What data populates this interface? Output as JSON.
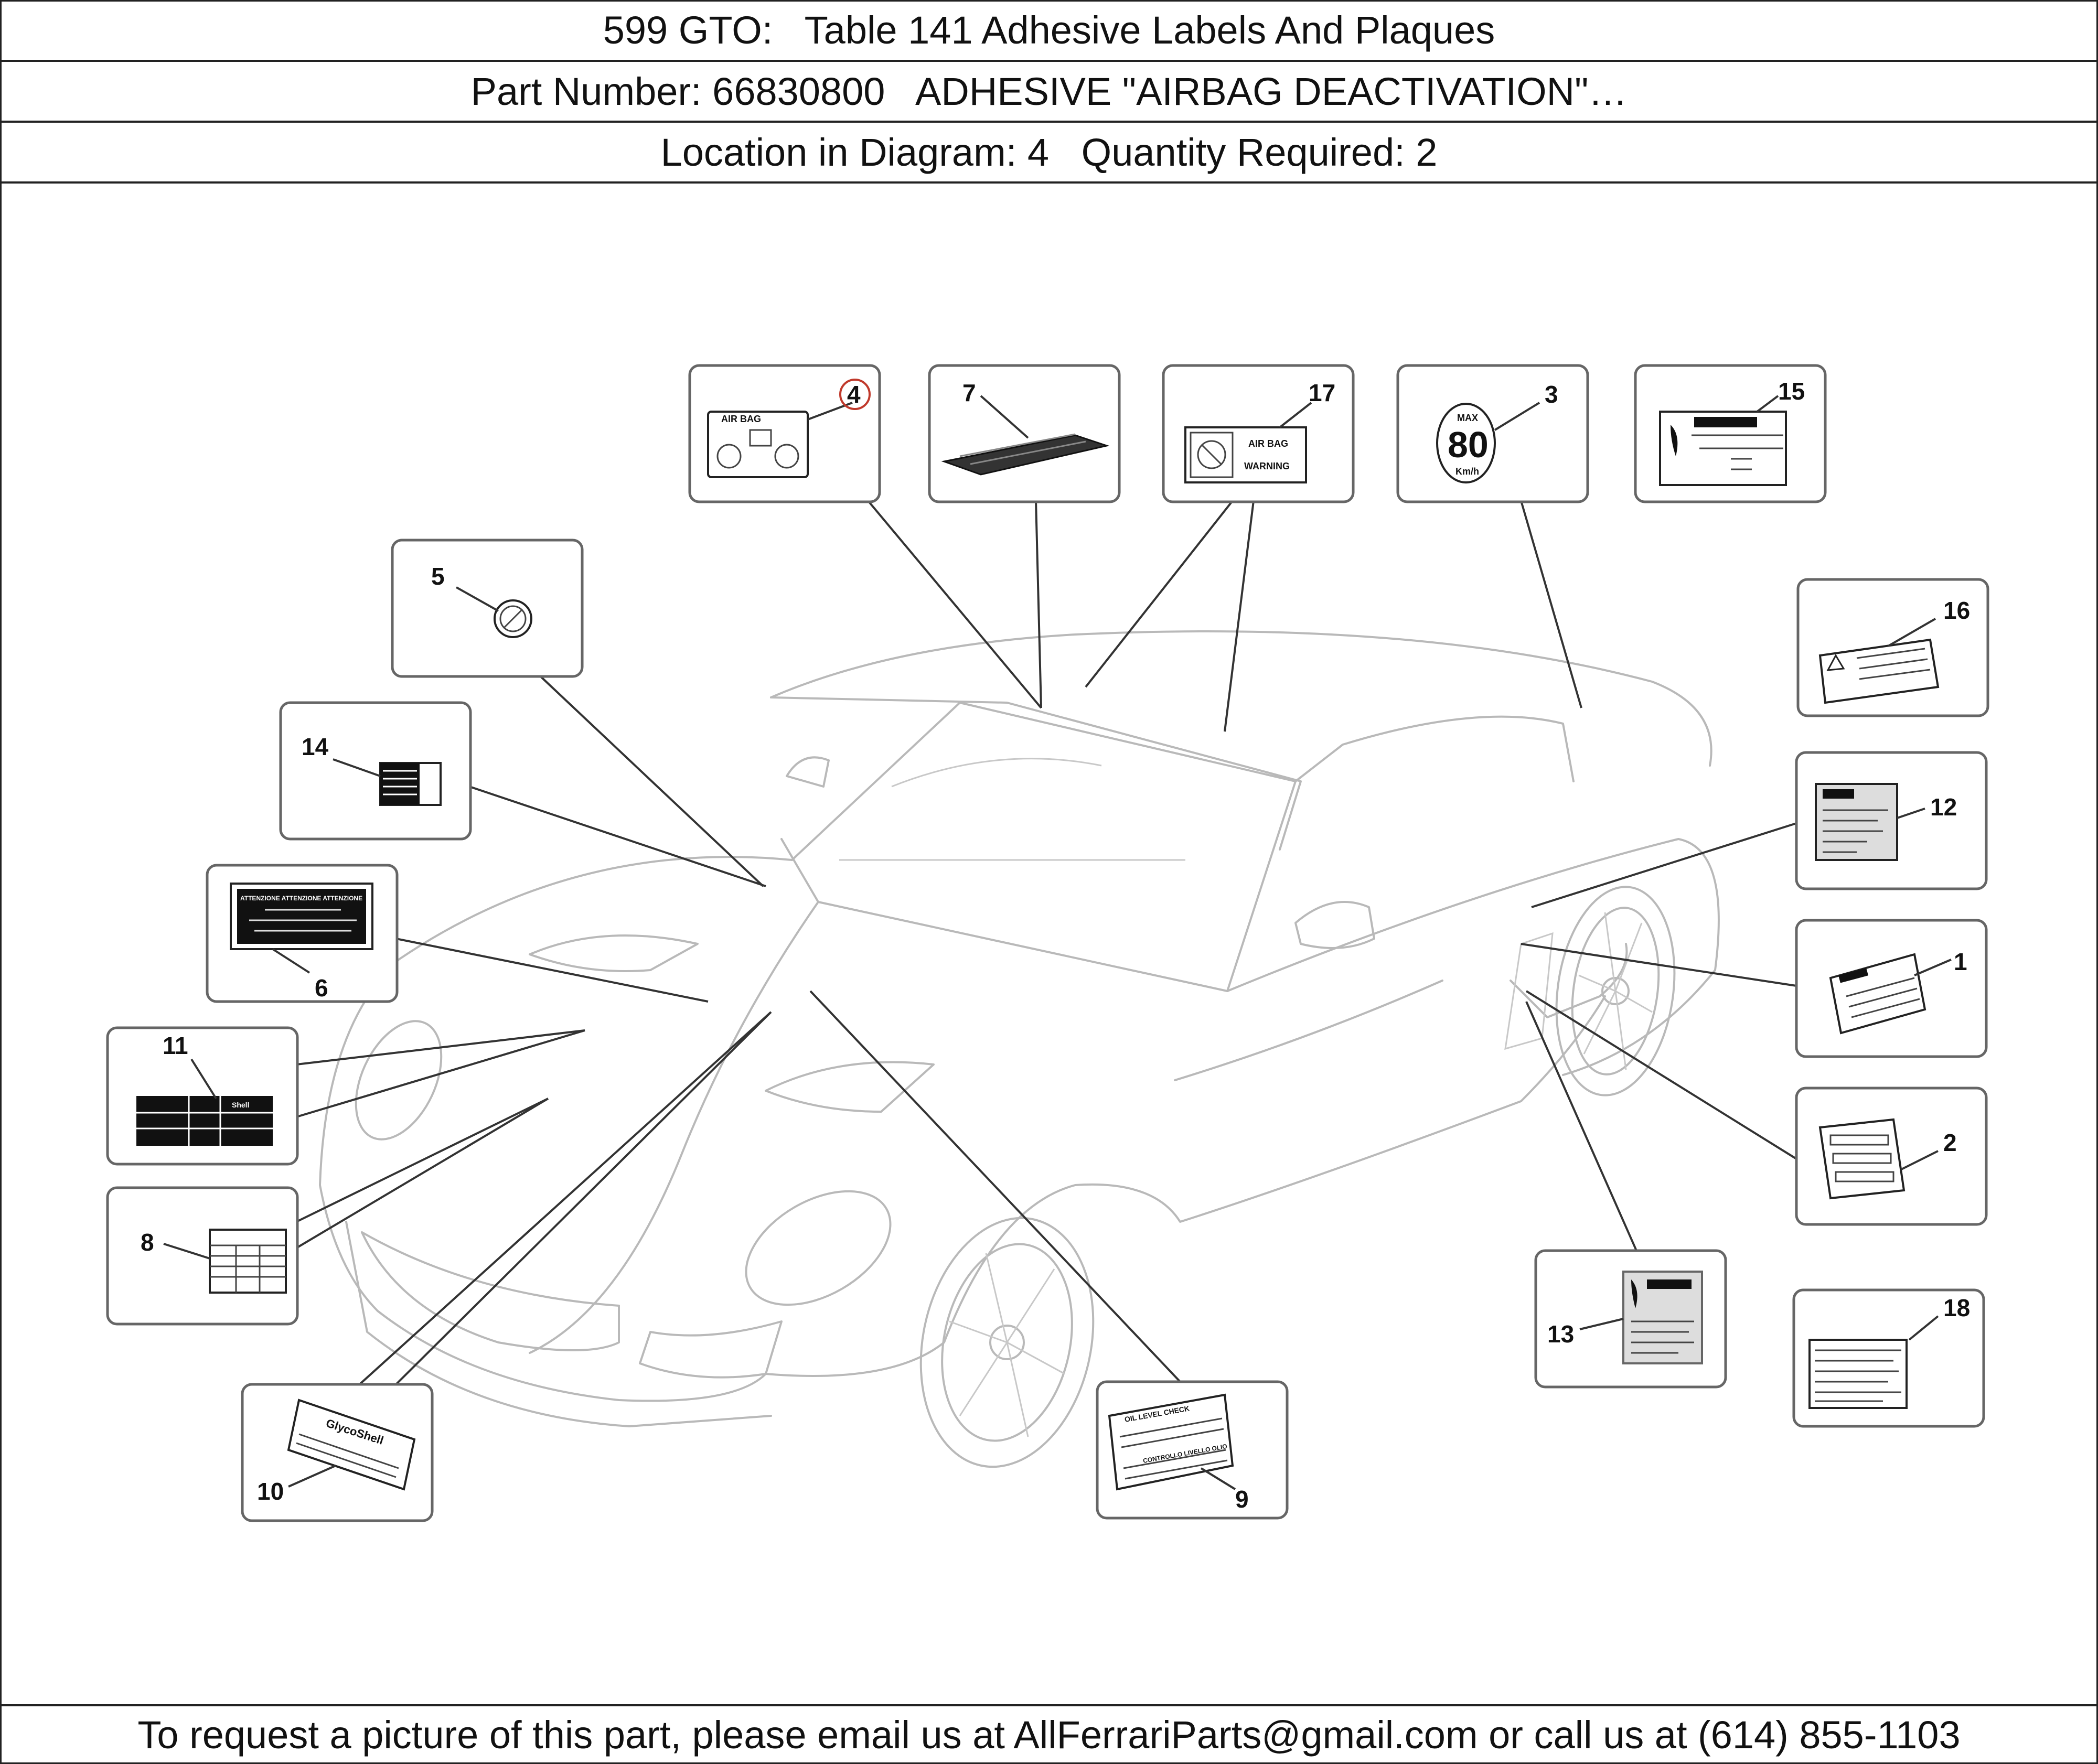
{
  "header": {
    "title": "599 GTO:   Table 141 Adhesive Labels And Plaques",
    "part": "Part Number: 66830800   ADHESIVE \"AIRBAG DEACTIVATION\"…",
    "location": "Location in Diagram: 4   Quantity Required: 2"
  },
  "footer": {
    "text": "To request a picture of this part, please email us at AllFerrariParts@gmail.com or call us at (614) 855-1103"
  },
  "callouts": {
    "c1": "1",
    "c2": "2",
    "c3": "3",
    "c4": "4",
    "c5": "5",
    "c6": "6",
    "c7": "7",
    "c8": "8",
    "c9": "9",
    "c10": "10",
    "c11": "11",
    "c12": "12",
    "c13": "13",
    "c14": "14",
    "c15": "15",
    "c16": "16",
    "c17": "17",
    "c18": "18"
  },
  "label_text": {
    "airbag": "AIR BAG",
    "airbag_warning_1": "AIR BAG",
    "airbag_warning_2": "WARNING",
    "max": "MAX",
    "speed": "80",
    "kmh": "Km/h",
    "attenzione": "ATTENZIONE  ATTENZIONE  ATTENZIONE",
    "shell": "Shell",
    "glycoshell": "GlycoShell",
    "oil_check": "OIL LEVEL CHECK",
    "oil_check_it": "CONTROLLO LIVELLO OLIO"
  },
  "highlight_color": "#c0392b"
}
